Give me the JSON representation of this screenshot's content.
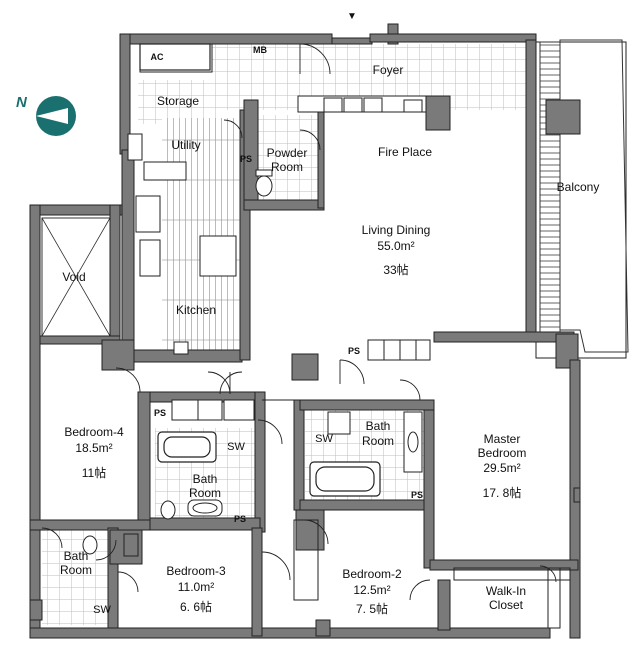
{
  "colors": {
    "wall": "#7a7a7a",
    "wall_edge": "#222222",
    "compass": "#1a6f6f",
    "tile": "#bdbdbd"
  },
  "entrance_marker": "▼",
  "compass": {
    "letter": "N"
  },
  "rooms": {
    "ac": "AC",
    "mb": "MB",
    "foyer": "Foyer",
    "storage": "Storage",
    "utility": "Utility",
    "ps": "PS",
    "powder_room": [
      "Powder",
      "Room"
    ],
    "fire_place": "Fire Place",
    "balcony": "Balcony",
    "living_dining": {
      "name": "Living Dining",
      "area": "55.0m²",
      "jo": "33帖"
    },
    "void": "Void",
    "kitchen": "Kitchen",
    "bedroom4": {
      "name": "Bedroom-4",
      "area": "18.5m²",
      "jo": "11帖"
    },
    "bath_room": [
      "Bath",
      "Room"
    ],
    "sw": "SW",
    "master_bedroom": {
      "name": [
        "Master",
        "Bedroom"
      ],
      "area": "29.5m²",
      "jo": "17. 8帖"
    },
    "bedroom3": {
      "name": "Bedroom-3",
      "area": "11.0m²",
      "jo": "6. 6帖"
    },
    "bedroom2": {
      "name": "Bedroom-2",
      "area": "12.5m²",
      "jo": "7. 5帖"
    },
    "walk_in_closet": [
      "Walk-In",
      "Closet"
    ]
  }
}
